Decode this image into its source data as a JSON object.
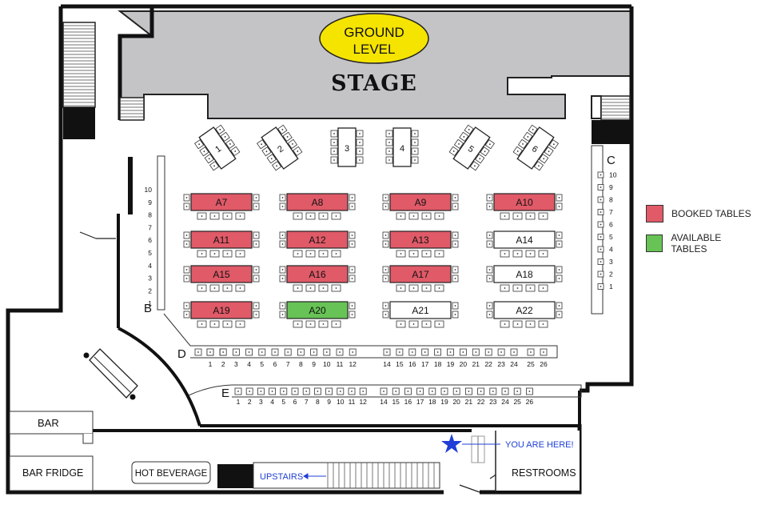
{
  "header": {
    "ground_level_line1": "GROUND",
    "ground_level_line2": "LEVEL",
    "stage": "STAGE"
  },
  "colors": {
    "booked": "#e05a68",
    "available": "#67c356",
    "stage": "#c4c4c6",
    "ground_badge": "#f5e400",
    "accent": "#1f3fd6"
  },
  "legend": {
    "booked": "BOOKED TABLES",
    "available": "AVAILABLE TABLES"
  },
  "sections": {
    "b": "B",
    "c": "C",
    "d": "D",
    "e": "E"
  },
  "b_seats": [
    "10",
    "9",
    "8",
    "7",
    "6",
    "5",
    "4",
    "3",
    "2",
    "1"
  ],
  "c_seats": [
    "10",
    "9",
    "8",
    "7",
    "6",
    "5",
    "4",
    "3",
    "2",
    "1"
  ],
  "d_seats": [
    "1",
    "2",
    "3",
    "4",
    "5",
    "6",
    "7",
    "8",
    "9",
    "10",
    "11",
    "12",
    "14",
    "15",
    "16",
    "17",
    "18",
    "19",
    "20",
    "21",
    "22",
    "23",
    "24",
    "25",
    "26"
  ],
  "e_seats": [
    "1",
    "2",
    "3",
    "4",
    "5",
    "6",
    "7",
    "8",
    "9",
    "10",
    "11",
    "12",
    "14",
    "15",
    "16",
    "17",
    "18",
    "19",
    "20",
    "21",
    "22",
    "23",
    "24",
    "25",
    "26"
  ],
  "stage_tables": [
    "1",
    "2",
    "3",
    "4",
    "5",
    "6"
  ],
  "tables": [
    {
      "name": "A7",
      "status": "booked"
    },
    {
      "name": "A8",
      "status": "booked"
    },
    {
      "name": "A9",
      "status": "booked"
    },
    {
      "name": "A10",
      "status": "booked"
    },
    {
      "name": "A11",
      "status": "booked"
    },
    {
      "name": "A12",
      "status": "booked"
    },
    {
      "name": "A13",
      "status": "booked"
    },
    {
      "name": "A14",
      "status": "unmarked"
    },
    {
      "name": "A15",
      "status": "booked"
    },
    {
      "name": "A16",
      "status": "booked"
    },
    {
      "name": "A17",
      "status": "booked"
    },
    {
      "name": "A18",
      "status": "unmarked"
    },
    {
      "name": "A19",
      "status": "booked"
    },
    {
      "name": "A20",
      "status": "available"
    },
    {
      "name": "A21",
      "status": "unmarked"
    },
    {
      "name": "A22",
      "status": "unmarked"
    }
  ],
  "labels": {
    "bar": "BAR",
    "bar_fridge": "BAR FRIDGE",
    "hot_beverage": "HOT BEVERAGE",
    "upstairs": "UPSTAIRS",
    "restrooms": "RESTROOMS",
    "you_are_here": "YOU ARE HERE!"
  }
}
